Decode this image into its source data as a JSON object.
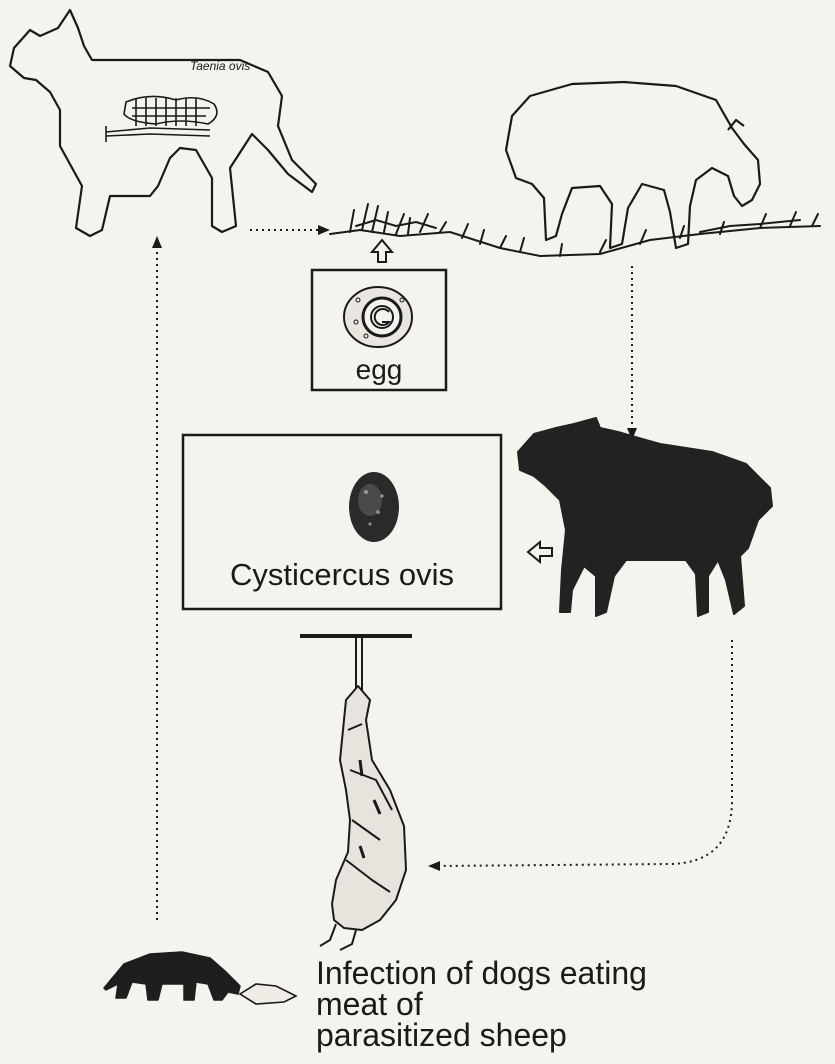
{
  "labels": {
    "adult_worm": "Taenia ovis",
    "egg": "egg",
    "cyst": "Cysticercus ovis"
  },
  "caption": {
    "line1": "Infection of dogs eating",
    "line2": "meat of",
    "line3": "parasitized sheep"
  },
  "colors": {
    "background": "#f4f3ee",
    "ink": "#1a1a1a",
    "sheep_dark": "#222222"
  }
}
